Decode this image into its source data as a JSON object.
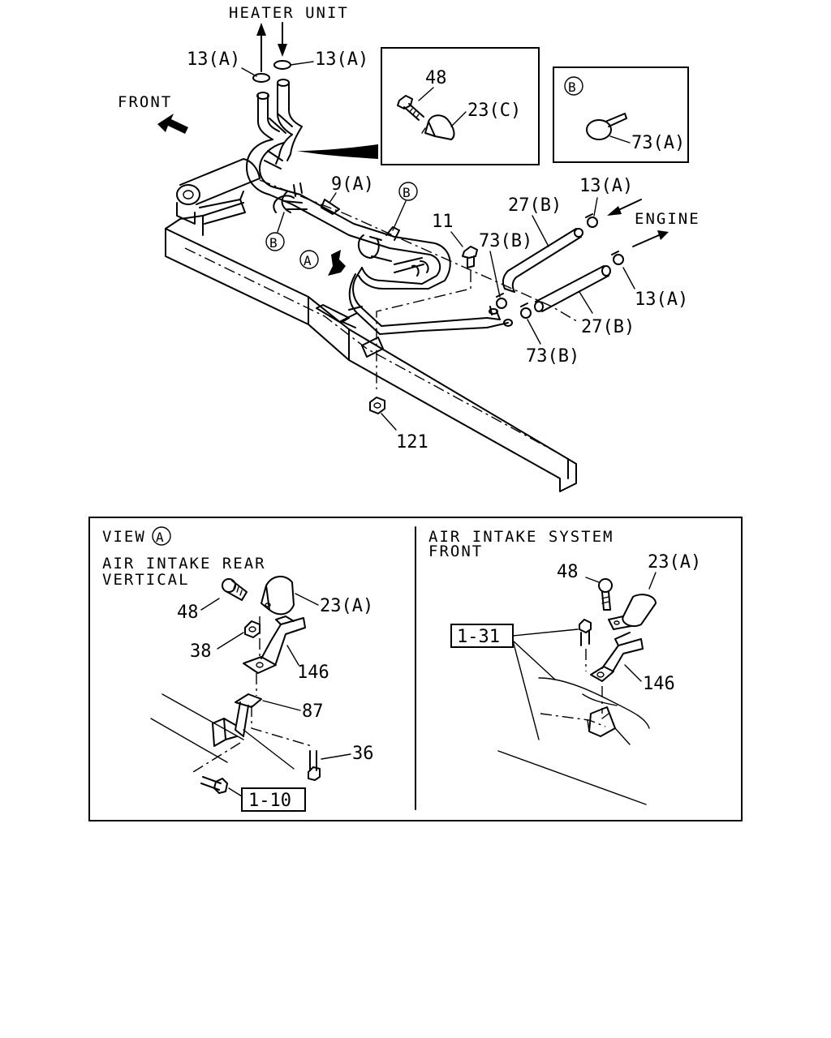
{
  "main": {
    "heater_unit": "HEATER UNIT",
    "front": "FRONT",
    "engine": "ENGINE",
    "clamp_label": "13(A)",
    "callout_b": "B",
    "callout_a": "A",
    "parts": {
      "p48": "48",
      "p23c": "23(C)",
      "p73a": "73(A)",
      "p9a": "9(A)",
      "p11": "11",
      "p27b": "27(B)",
      "p73b": "73(B)",
      "p121": "121"
    }
  },
  "view_a": {
    "title_prefix": "VIEW",
    "callout": "A",
    "subtitle_line1": "AIR INTAKE REAR",
    "subtitle_line2": "VERTICAL",
    "parts": {
      "p48": "48",
      "p23a": "23(A)",
      "p38": "38",
      "p146": "146",
      "p87": "87",
      "p36": "36"
    },
    "ref": "1-10"
  },
  "air_front": {
    "title_line1": "AIR INTAKE SYSTEM",
    "title_line2": "FRONT",
    "parts": {
      "p48": "48",
      "p23a": "23(A)",
      "p146": "146"
    },
    "ref": "1-31"
  }
}
